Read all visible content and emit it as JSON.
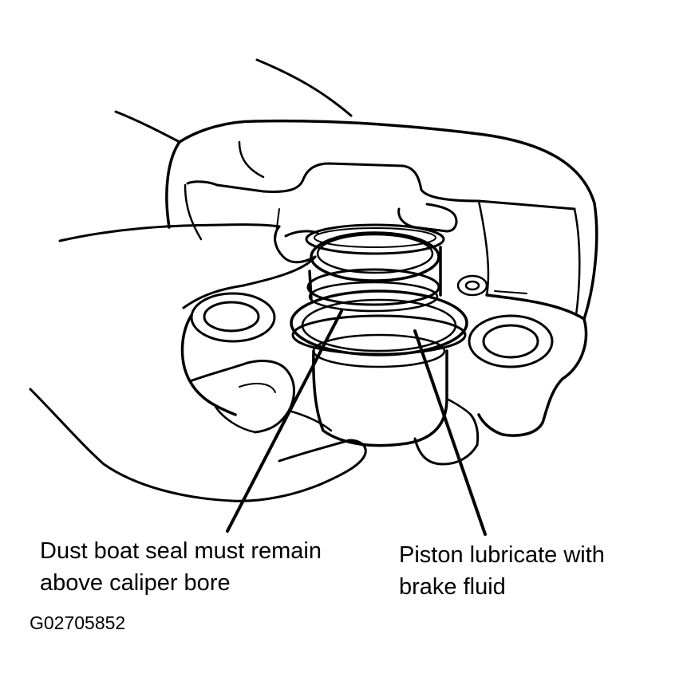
{
  "callouts": {
    "dust_seal": {
      "line1": "Dust boat seal must remain",
      "line2": "above caliper bore"
    },
    "piston": {
      "line1": "Piston lubricate with",
      "line2": "brake fluid"
    }
  },
  "figure_id": "G02705852"
}
